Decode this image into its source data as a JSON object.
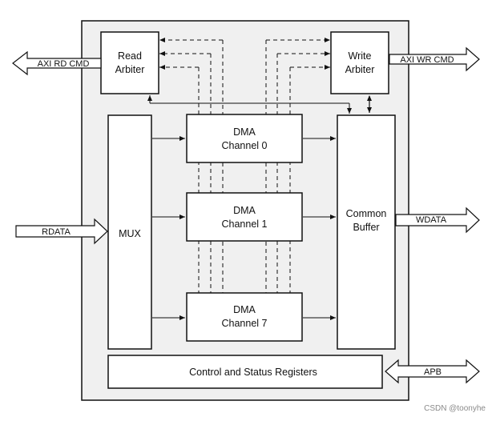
{
  "blocks": {
    "read_arbiter": [
      "Read",
      "Arbiter"
    ],
    "write_arbiter": [
      "Write",
      "Arbiter"
    ],
    "mux": "MUX",
    "dma0": [
      "DMA",
      "Channel 0"
    ],
    "dma1": [
      "DMA",
      "Channel 1"
    ],
    "dma7": [
      "DMA",
      "Channel 7"
    ],
    "common_buffer": [
      "Common",
      "Buffer"
    ],
    "csr": "Control and Status Registers"
  },
  "signals": {
    "axi_rd_cmd": "AXI RD CMD",
    "axi_wr_cmd": "AXI WR CMD",
    "rdata": "RDATA",
    "wdata": "WDATA",
    "apb": "APB"
  },
  "watermark": "CSDN @toonyhe",
  "colors": {
    "outer_fill": "#f0f0f0",
    "block_fill": "#ffffff",
    "stroke": "#111111"
  }
}
